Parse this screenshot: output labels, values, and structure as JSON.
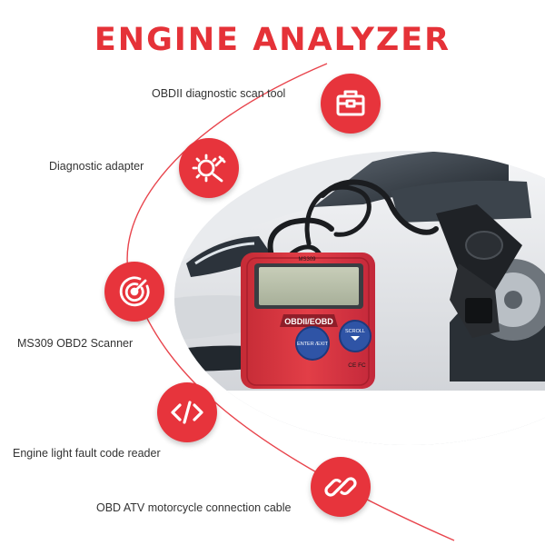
{
  "title": "ENGINE ANALYZER",
  "features": [
    {
      "label": "OBDII diagnostic scan tool",
      "icon": "toolbox-icon"
    },
    {
      "label": "Diagnostic adapter",
      "icon": "gear-wrench-icon"
    },
    {
      "label": "MS309 OBD2 Scanner",
      "icon": "radar-icon"
    },
    {
      "label": "Engine light fault code reader",
      "icon": "code-icon"
    },
    {
      "label": "OBD ATV motorcycle connection cable",
      "icon": "link-icon"
    }
  ],
  "device": {
    "model": "MS309",
    "brand": "OBDII/EOBD",
    "button_enter": "ENTER /EXIT",
    "button_scroll": "SCROLL",
    "certification": "CE FC"
  },
  "colors": {
    "accent": "#e53238",
    "device_red": "#d63440",
    "button_blue": "#2f54a6"
  }
}
